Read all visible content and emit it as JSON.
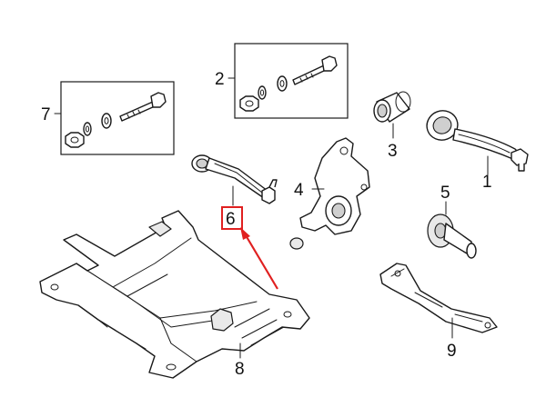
{
  "diagram": {
    "highlight_color": "#e02020",
    "callouts": [
      {
        "id": "1",
        "label": "1"
      },
      {
        "id": "2",
        "label": "2"
      },
      {
        "id": "3",
        "label": "3"
      },
      {
        "id": "4",
        "label": "4"
      },
      {
        "id": "5",
        "label": "5"
      },
      {
        "id": "6",
        "label": "6"
      },
      {
        "id": "7",
        "label": "7"
      },
      {
        "id": "8",
        "label": "8"
      },
      {
        "id": "9",
        "label": "9"
      }
    ],
    "highlighted_part": "6"
  }
}
